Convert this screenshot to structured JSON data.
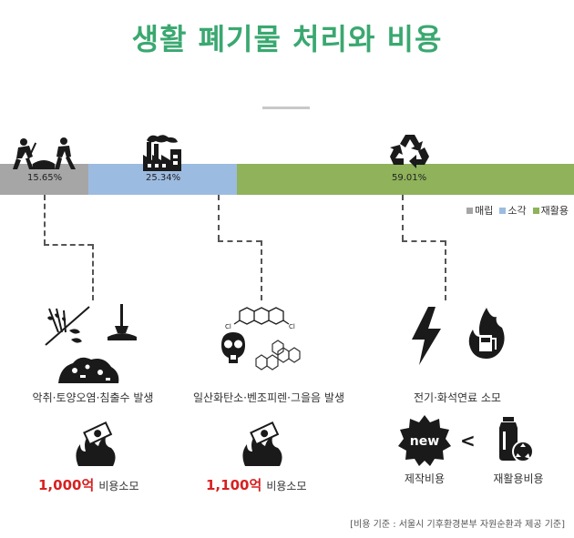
{
  "title": "생활 폐기물  처리와 비용",
  "segments": [
    {
      "key": "landfill",
      "label": "매립",
      "percent": "15.65%",
      "value": 15.65,
      "color": "#a6a6a6",
      "icon": "workers-icon"
    },
    {
      "key": "incineration",
      "label": "소각",
      "percent": "25.34%",
      "value": 25.34,
      "color": "#9cbbe0",
      "icon": "factory-icon"
    },
    {
      "key": "recycling",
      "label": "재활용",
      "percent": "59.01%",
      "value": 59.01,
      "color": "#8fb25a",
      "icon": "recycle-icon"
    }
  ],
  "landfill": {
    "effect": "악취·토양오염·침출수 발생",
    "cost_amount": "1,000억",
    "cost_unit": "비용소모"
  },
  "incineration": {
    "effect": "일산화탄소·벤조피렌·그을음 발생",
    "cost_amount": "1,100억",
    "cost_unit": "비용소모",
    "molecule_label_left": "Cl",
    "molecule_label_right": "Cl"
  },
  "recycling": {
    "effect": "전기·화석연료 소모",
    "new_badge": "new",
    "compare_symbol": "<",
    "left_label": "제작비용",
    "right_label": "재활용비용"
  },
  "footnote": "[비용 기준 : 서울시 기후환경본부 자원순환과 제공 기준]"
}
